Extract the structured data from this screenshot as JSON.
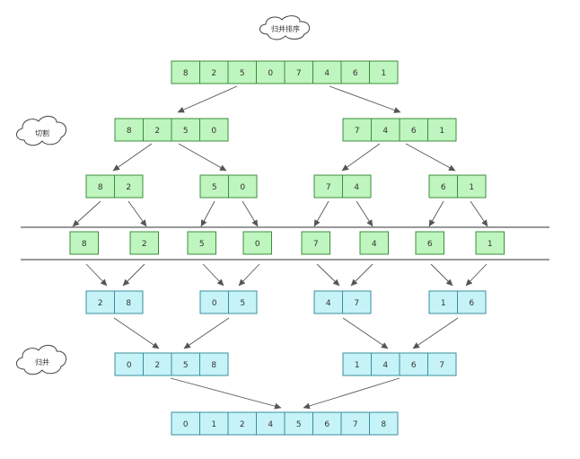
{
  "title": "归并排序",
  "labels": {
    "split": "切割",
    "merge": "归并"
  },
  "colors": {
    "split_fill": "#bff5bf",
    "split_stroke": "#3c8d3c",
    "merge_fill": "#c6f3f8",
    "merge_stroke": "#3a8f9c",
    "arrow": "#555555",
    "line": "#333333"
  },
  "levels": {
    "input": [
      [
        "8",
        "2",
        "5",
        "0",
        "7",
        "4",
        "6",
        "1"
      ]
    ],
    "split_halves": [
      [
        "8",
        "2",
        "5",
        "0"
      ],
      [
        "7",
        "4",
        "6",
        "1"
      ]
    ],
    "split_pairs": [
      [
        "8",
        "2"
      ],
      [
        "5",
        "0"
      ],
      [
        "7",
        "4"
      ],
      [
        "6",
        "1"
      ]
    ],
    "singles": [
      "8",
      "2",
      "5",
      "0",
      "7",
      "4",
      "6",
      "1"
    ],
    "merged_pairs": [
      [
        "2",
        "8"
      ],
      [
        "0",
        "5"
      ],
      [
        "4",
        "7"
      ],
      [
        "1",
        "6"
      ]
    ],
    "merged_halves": [
      [
        "0",
        "2",
        "5",
        "8"
      ],
      [
        "1",
        "4",
        "6",
        "7"
      ]
    ],
    "output": [
      [
        "0",
        "1",
        "2",
        "4",
        "5",
        "6",
        "7",
        "8"
      ]
    ]
  }
}
